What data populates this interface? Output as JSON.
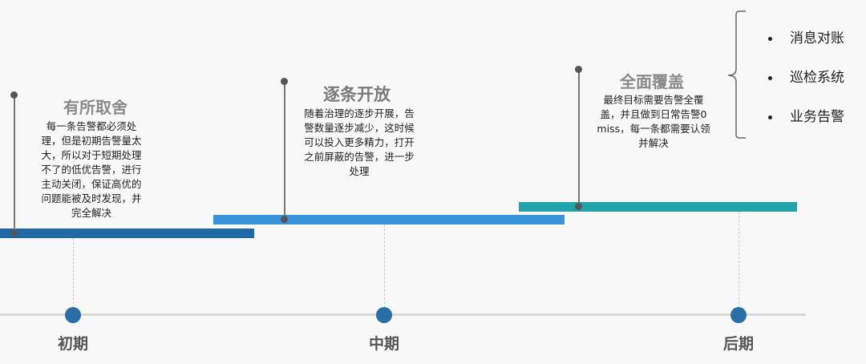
{
  "colors": {
    "early_bar": "#1f6aa6",
    "mid_bar": "#3794d8",
    "late_bar": "#21a3aa",
    "axis_node": "#2a6ea8"
  },
  "stages": [
    {
      "title": "有所取舍",
      "description": [
        "每一条告警都必须处",
        "理，但是初期告警量太",
        "大，所以对于短期处理",
        "不了的低优告警，进行",
        "主动关闭，保证高优的",
        "问题能被及时发现，并",
        "完全解决"
      ]
    },
    {
      "title": "逐条开放",
      "description": [
        "随着治理的逐步开展，告",
        "警数量逐步减少，这时候",
        "可以投入更多精力，打开",
        "之前屏蔽的告警，进一步",
        "处理"
      ]
    },
    {
      "title": "全面覆盖",
      "description": [
        "最终目标需要告警全覆",
        "盖，并且做到日常告警0",
        "miss，每一条都需要认领",
        "并解决"
      ]
    }
  ],
  "axis_labels": [
    "初期",
    "中期",
    "后期"
  ],
  "coverage_items": [
    "消息对账",
    "巡检系统",
    "业务告警"
  ]
}
